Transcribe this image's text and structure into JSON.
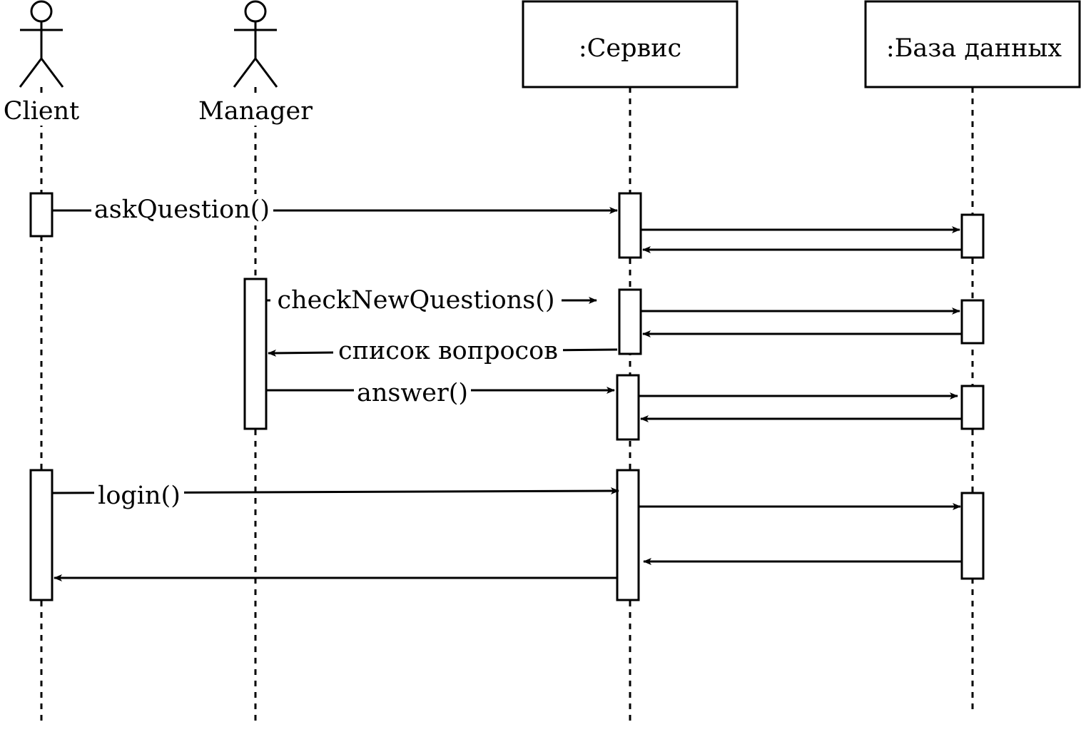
{
  "participants": {
    "client": {
      "label": "Client"
    },
    "manager": {
      "label": "Manager"
    },
    "service": {
      "label": ":Сервис"
    },
    "database": {
      "label": ":База данных"
    }
  },
  "messages": {
    "ask_question": "askQuestion()",
    "check_new_questions": "checkNewQuestions()",
    "question_list": "список вопросов",
    "answer": "answer()",
    "login": "login()"
  }
}
